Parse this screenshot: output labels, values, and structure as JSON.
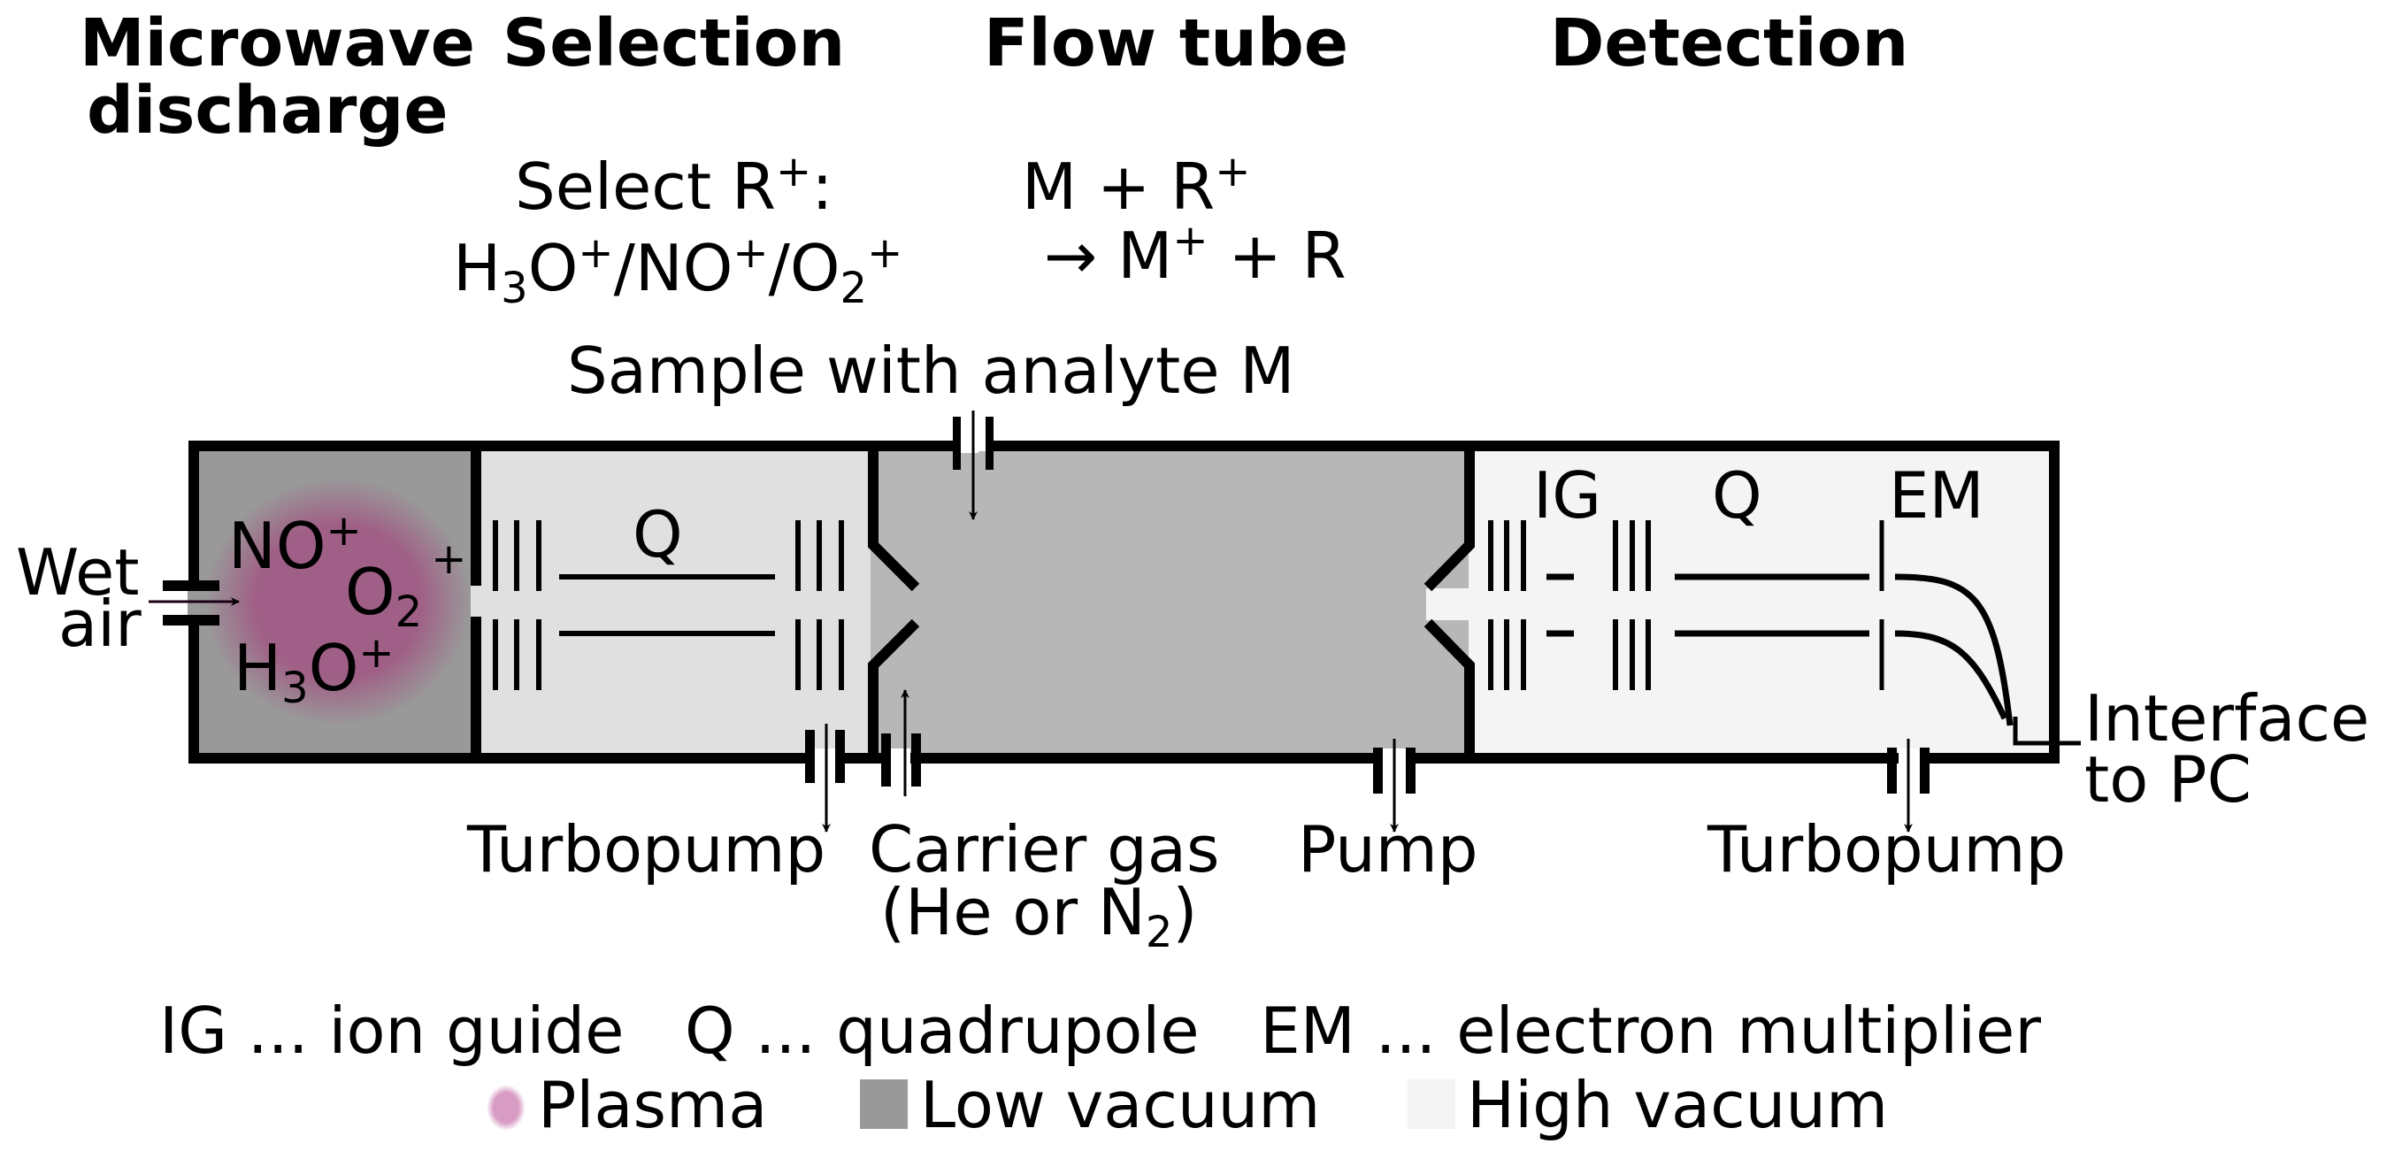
{
  "headings": {
    "microwave_line1": "Microwave",
    "microwave_line2": "discharge",
    "selection": "Selection",
    "flow_tube": "Flow tube",
    "detection": "Detection"
  },
  "selection_text": {
    "line1_prefix": "Select R",
    "line1_sup": "+",
    "line1_suffix": ":",
    "line2": {
      "h": "H",
      "h_sub": "3",
      "o": "O",
      "sup1": "+",
      "slash1": "/NO",
      "sup2": "+",
      "slash2": "/O",
      "o2_sub": "2",
      "sup3": "+"
    }
  },
  "reaction": {
    "line1_prefix": "M + R",
    "line1_sup": "+",
    "arrow": "→ M",
    "line2_sup": "+",
    "line2_suffix": " + R"
  },
  "sample_label": "Sample with analyte M",
  "plasma_ions": {
    "no": "NO",
    "no_sup": "+",
    "o2": "O",
    "o2_sub": "2",
    "o2_sup": "+",
    "h3o_h": "H",
    "h3o_sub": "3",
    "h3o_o": "O",
    "h3o_sup": "+"
  },
  "inlet_label": {
    "line1": "Wet",
    "line2": "air"
  },
  "component_labels": {
    "selection_q": "Q",
    "detection_ig": "IG",
    "detection_q": "Q",
    "detection_em": "EM"
  },
  "port_labels": {
    "turbopump_1": "Turbopump",
    "carrier_gas_line1": "Carrier gas",
    "carrier_gas_line2_prefix": "(He or N",
    "carrier_gas_line2_sub": "2",
    "carrier_gas_line2_suffix": ")",
    "pump": "Pump",
    "turbopump_2": "Turbopump",
    "interface_line1": "Interface",
    "interface_line2": "to PC"
  },
  "abbreviations": "IG ... ion guide   Q ... quadrupole   EM ... electron multiplier",
  "legend": [
    {
      "label": "Plasma",
      "color": "#d89cc4"
    },
    {
      "label": "Low vacuum",
      "color": "#999999"
    },
    {
      "label": "High vacuum",
      "color": "#f4f4f4"
    }
  ],
  "colors": {
    "discharge_region": "#999999",
    "selection_region": "#e0e0e0",
    "flow_tube_region": "#b7b7b7",
    "detection_region": "#f4f4f4",
    "plasma": "#a05f86",
    "outline": "#000000"
  }
}
